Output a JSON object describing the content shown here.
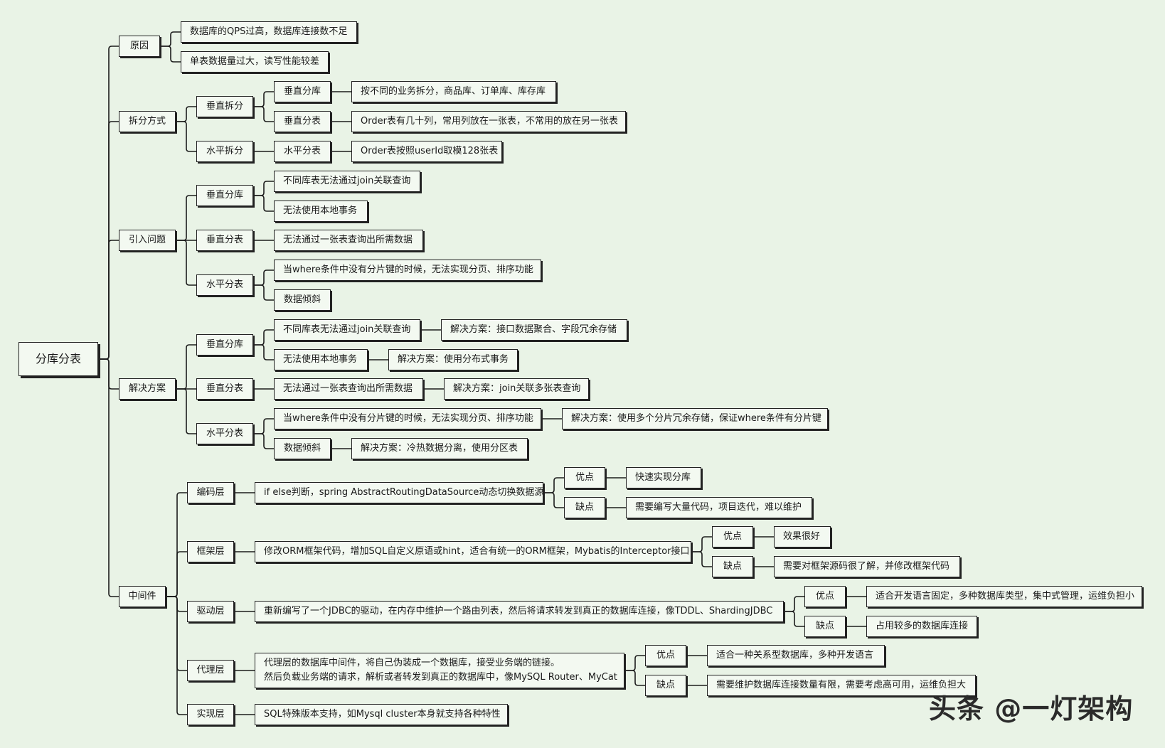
{
  "nodes": [
    {
      "id": "root",
      "text": "分库分表"
    },
    {
      "id": "yuanyin",
      "text": "原因"
    },
    {
      "id": "yy1",
      "text": "数据库的QPS过高，数据库连接数不足"
    },
    {
      "id": "yy2",
      "text": "单表数据量过大，读写性能较差"
    },
    {
      "id": "chaifen",
      "text": "拆分方式"
    },
    {
      "id": "cf_cz",
      "text": "垂直拆分"
    },
    {
      "id": "cf_czfk",
      "text": "垂直分库"
    },
    {
      "id": "cf_czfk_d",
      "text": "按不同的业务拆分，商品库、订单库、库存库"
    },
    {
      "id": "cf_czfb",
      "text": "垂直分表"
    },
    {
      "id": "cf_czfb_d",
      "text": "Order表有几十列，常用列放在一张表，不常用的放在另一张表"
    },
    {
      "id": "cf_sp",
      "text": "水平拆分"
    },
    {
      "id": "cf_spfb",
      "text": "水平分表"
    },
    {
      "id": "cf_spfb_d",
      "text": "Order表按照userId取模128张表"
    },
    {
      "id": "yinru",
      "text": "引入问题"
    },
    {
      "id": "yr_fk",
      "text": "垂直分库"
    },
    {
      "id": "yr_fk1",
      "text": "不同库表无法通过join关联查询"
    },
    {
      "id": "yr_fk2",
      "text": "无法使用本地事务"
    },
    {
      "id": "yr_fb",
      "text": "垂直分表"
    },
    {
      "id": "yr_fb1",
      "text": "无法通过一张表查询出所需数据"
    },
    {
      "id": "yr_sp",
      "text": "水平分表"
    },
    {
      "id": "yr_sp1",
      "text": "当where条件中没有分片键的时候，无法实现分页、排序功能"
    },
    {
      "id": "yr_sp2",
      "text": "数据倾斜"
    },
    {
      "id": "jiejue",
      "text": "解决方案"
    },
    {
      "id": "jj_fk",
      "text": "垂直分库"
    },
    {
      "id": "jj_fk1",
      "text": "不同库表无法通过join关联查询"
    },
    {
      "id": "jj_fk1s",
      "text": "解决方案：接口数据聚合、字段冗余存储"
    },
    {
      "id": "jj_fk2",
      "text": "无法使用本地事务"
    },
    {
      "id": "jj_fk2s",
      "text": "解决方案：使用分布式事务"
    },
    {
      "id": "jj_fb",
      "text": "垂直分表"
    },
    {
      "id": "jj_fb1",
      "text": "无法通过一张表查询出所需数据"
    },
    {
      "id": "jj_fb1s",
      "text": "解决方案：join关联多张表查询"
    },
    {
      "id": "jj_sp",
      "text": "水平分表"
    },
    {
      "id": "jj_sp1",
      "text": "当where条件中没有分片键的时候，无法实现分页、排序功能"
    },
    {
      "id": "jj_sp1s",
      "text": "解决方案：使用多个分片冗余存储，保证where条件有分片键"
    },
    {
      "id": "jj_sp2",
      "text": "数据倾斜"
    },
    {
      "id": "jj_sp2s",
      "text": "解决方案：冷热数据分离，使用分区表"
    },
    {
      "id": "zhongjian",
      "text": "中间件"
    },
    {
      "id": "bm",
      "text": "编码层"
    },
    {
      "id": "bm_d",
      "text": "if else判断，spring AbstractRoutingDataSource动态切换数据源"
    },
    {
      "id": "bm_y",
      "text": "优点"
    },
    {
      "id": "bm_yd",
      "text": "快速实现分库"
    },
    {
      "id": "bm_q",
      "text": "缺点"
    },
    {
      "id": "bm_qd",
      "text": "需要编写大量代码，项目迭代，难以维护"
    },
    {
      "id": "kj",
      "text": "框架层"
    },
    {
      "id": "kj_d",
      "text": "修改ORM框架代码，增加SQL自定义原语或hint，适合有统一的ORM框架，Mybatis的Interceptor接口"
    },
    {
      "id": "kj_y",
      "text": "优点"
    },
    {
      "id": "kj_yd",
      "text": "效果很好"
    },
    {
      "id": "kj_q",
      "text": "缺点"
    },
    {
      "id": "kj_qd",
      "text": "需要对框架源码很了解，并修改框架代码"
    },
    {
      "id": "qd",
      "text": "驱动层"
    },
    {
      "id": "qd_d",
      "text": "重新编写了一个JDBC的驱动，在内存中维护一个路由列表，然后将请求转发到真正的数据库连接，像TDDL、ShardingJDBC"
    },
    {
      "id": "qd_y",
      "text": "优点"
    },
    {
      "id": "qd_yd",
      "text": "适合开发语言固定，多种数据库类型，集中式管理，运维负担小"
    },
    {
      "id": "qd_q",
      "text": "缺点"
    },
    {
      "id": "qd_qd",
      "text": "占用较多的数据库连接"
    },
    {
      "id": "dl",
      "text": "代理层"
    },
    {
      "id": "dl_d",
      "text": "代理层的数据库中间件，将自己伪装成一个数据库，接受业务端的链接。\n然后负载业务端的请求，解析或者转发到真正的数据库中，像MySQL Router、MyCat"
    },
    {
      "id": "dl_y",
      "text": "优点"
    },
    {
      "id": "dl_yd",
      "text": "适合一种关系型数据库，多种开发语言"
    },
    {
      "id": "dl_q",
      "text": "缺点"
    },
    {
      "id": "dl_qd",
      "text": "需要维护数据库连接数量有限，需要考虑高可用，运维负担大"
    },
    {
      "id": "sx",
      "text": "实现层"
    },
    {
      "id": "sx_d",
      "text": "SQL特殊版本支持，如Mysql cluster本身就支持各种特性"
    }
  ],
  "edges": [
    [
      "root",
      "yuanyin"
    ],
    [
      "root",
      "chaifen"
    ],
    [
      "root",
      "yinru"
    ],
    [
      "root",
      "jiejue"
    ],
    [
      "root",
      "zhongjian"
    ],
    [
      "yuanyin",
      "yy1"
    ],
    [
      "yuanyin",
      "yy2"
    ],
    [
      "chaifen",
      "cf_cz"
    ],
    [
      "chaifen",
      "cf_sp"
    ],
    [
      "cf_cz",
      "cf_czfk"
    ],
    [
      "cf_cz",
      "cf_czfb"
    ],
    [
      "cf_czfk",
      "cf_czfk_d"
    ],
    [
      "cf_czfb",
      "cf_czfb_d"
    ],
    [
      "cf_sp",
      "cf_spfb"
    ],
    [
      "cf_spfb",
      "cf_spfb_d"
    ],
    [
      "yinru",
      "yr_fk"
    ],
    [
      "yinru",
      "yr_fb"
    ],
    [
      "yinru",
      "yr_sp"
    ],
    [
      "yr_fk",
      "yr_fk1"
    ],
    [
      "yr_fk",
      "yr_fk2"
    ],
    [
      "yr_fb",
      "yr_fb1"
    ],
    [
      "yr_sp",
      "yr_sp1"
    ],
    [
      "yr_sp",
      "yr_sp2"
    ],
    [
      "jiejue",
      "jj_fk"
    ],
    [
      "jiejue",
      "jj_fb"
    ],
    [
      "jiejue",
      "jj_sp"
    ],
    [
      "jj_fk",
      "jj_fk1"
    ],
    [
      "jj_fk",
      "jj_fk2"
    ],
    [
      "jj_fk1",
      "jj_fk1s"
    ],
    [
      "jj_fk2",
      "jj_fk2s"
    ],
    [
      "jj_fb",
      "jj_fb1"
    ],
    [
      "jj_fb1",
      "jj_fb1s"
    ],
    [
      "jj_sp",
      "jj_sp1"
    ],
    [
      "jj_sp",
      "jj_sp2"
    ],
    [
      "jj_sp1",
      "jj_sp1s"
    ],
    [
      "jj_sp2",
      "jj_sp2s"
    ],
    [
      "zhongjian",
      "bm"
    ],
    [
      "zhongjian",
      "kj"
    ],
    [
      "zhongjian",
      "qd"
    ],
    [
      "zhongjian",
      "dl"
    ],
    [
      "zhongjian",
      "sx"
    ],
    [
      "bm",
      "bm_d"
    ],
    [
      "bm_d",
      "bm_y"
    ],
    [
      "bm_d",
      "bm_q"
    ],
    [
      "bm_y",
      "bm_yd"
    ],
    [
      "bm_q",
      "bm_qd"
    ],
    [
      "kj",
      "kj_d"
    ],
    [
      "kj_d",
      "kj_y"
    ],
    [
      "kj_d",
      "kj_q"
    ],
    [
      "kj_y",
      "kj_yd"
    ],
    [
      "kj_q",
      "kj_qd"
    ],
    [
      "qd",
      "qd_d"
    ],
    [
      "qd_d",
      "qd_y"
    ],
    [
      "qd_d",
      "qd_q"
    ],
    [
      "qd_y",
      "qd_yd"
    ],
    [
      "qd_q",
      "qd_qd"
    ],
    [
      "dl",
      "dl_d"
    ],
    [
      "dl_d",
      "dl_y"
    ],
    [
      "dl_d",
      "dl_q"
    ],
    [
      "dl_y",
      "dl_yd"
    ],
    [
      "dl_q",
      "dl_qd"
    ],
    [
      "sx",
      "sx_d"
    ]
  ],
  "watermark": "头条 @一灯架构"
}
